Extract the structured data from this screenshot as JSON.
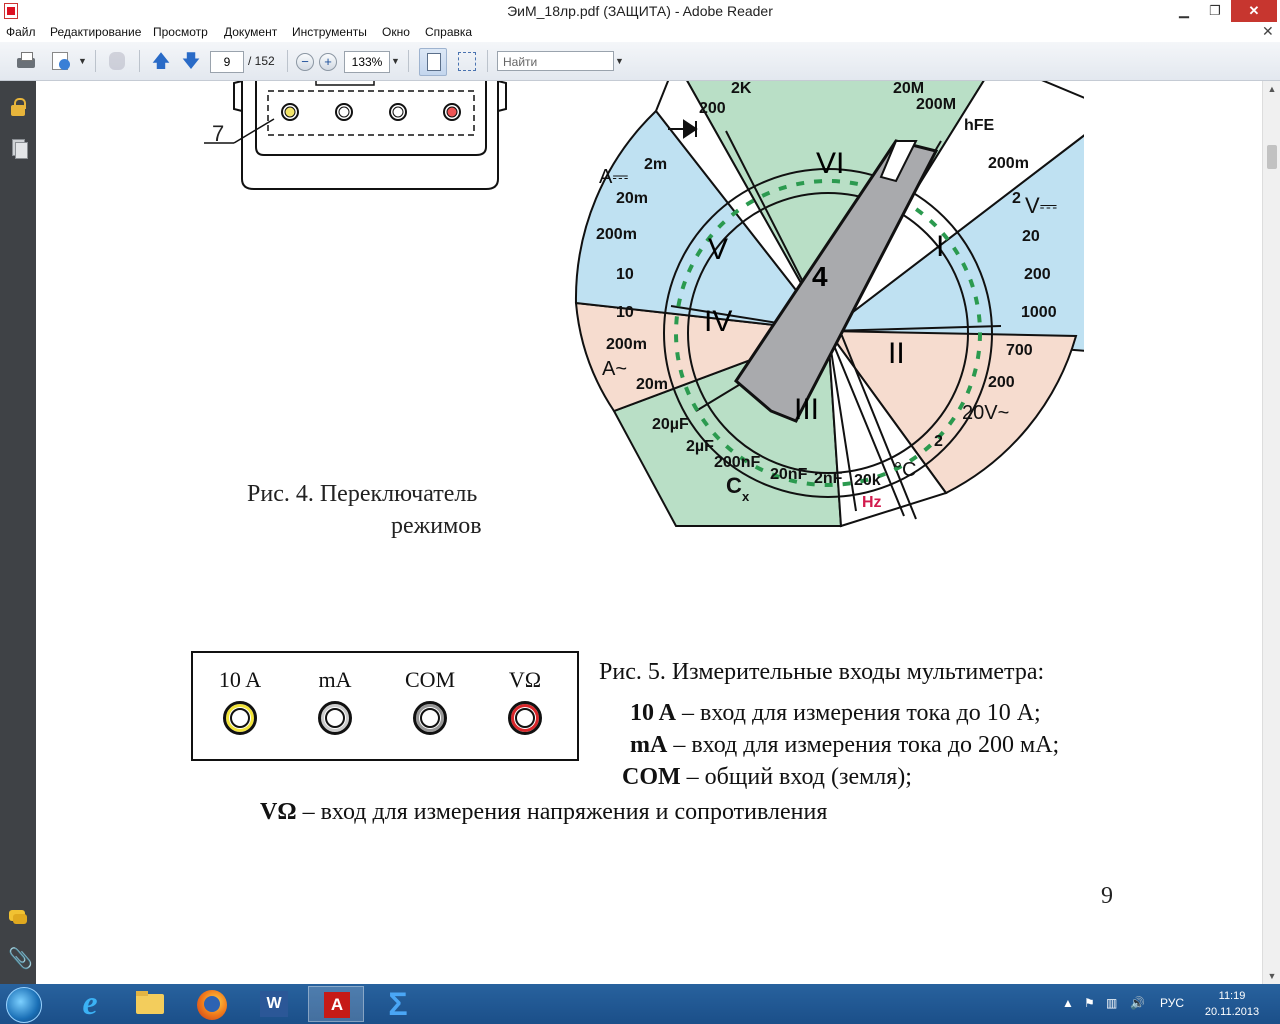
{
  "window": {
    "title": "ЭиМ_18лр.pdf (ЗАЩИТА) - Adobe Reader",
    "min": "▁",
    "max": "❐",
    "close": "✕"
  },
  "menu": [
    "Файл",
    "Редактирование",
    "Просмотр",
    "Документ",
    "Инструменты",
    "Окно",
    "Справка"
  ],
  "toolbar": {
    "page_current": "9",
    "page_total": "/ 152",
    "zoom": "133%",
    "find_placeholder": "Найти",
    "zoom_out": "−",
    "zoom_in": "+"
  },
  "figure4": {
    "callout": "7",
    "caption_line1": "Рис. 4. Переключатель",
    "caption_line2": "режимов",
    "sector_labels": [
      "I",
      "II",
      "III",
      "IV",
      "V",
      "VI"
    ],
    "knob_label": "4",
    "range_labels": {
      "top": [
        "200",
        "2K",
        "20M",
        "200M"
      ],
      "hfe": "hFE",
      "dc_volts": [
        "200m",
        "2",
        "V⎓",
        "20",
        "200",
        "1000"
      ],
      "ac_volts": [
        "700",
        "200",
        "20V~",
        "2"
      ],
      "temp": "°C",
      "freq": [
        "20k",
        "Hz"
      ],
      "caps": [
        "20µF",
        "2µF",
        "200nF",
        "20nF",
        "2nF",
        "C",
        "x"
      ],
      "ac_amps": [
        "10",
        "200m",
        "A~",
        "20m"
      ],
      "dc_amps": [
        "A⎓",
        "2m",
        "20m",
        "200m",
        "10"
      ]
    }
  },
  "figure5": {
    "jacks": [
      "10 A",
      "mA",
      "COM",
      "VΩ"
    ],
    "caption": "Рис. 5. Измерительные входы мультиметра:",
    "lines": [
      {
        "term": "10 A",
        "text": " – вход для измерения тока до 10 А;"
      },
      {
        "term": "mA",
        "text": " – вход для измерения тока до 200 мА;"
      },
      {
        "term": "COM",
        "text": " – общий вход (земля);"
      },
      {
        "term": "VΩ",
        "text": " – вход для измерения напряжения и сопротивления"
      }
    ]
  },
  "page_number": "9",
  "taskbar": {
    "lang": "РУС",
    "time": "11:19",
    "date": "20.11.2013"
  },
  "colors": {
    "green_sector": "#b9dfc6",
    "blue_sector": "#bfe1f2",
    "pink_sector": "#f6dccf",
    "knob": "#a9aaad",
    "taskbar": "#1f5a94",
    "close_button": "#c7362f"
  }
}
